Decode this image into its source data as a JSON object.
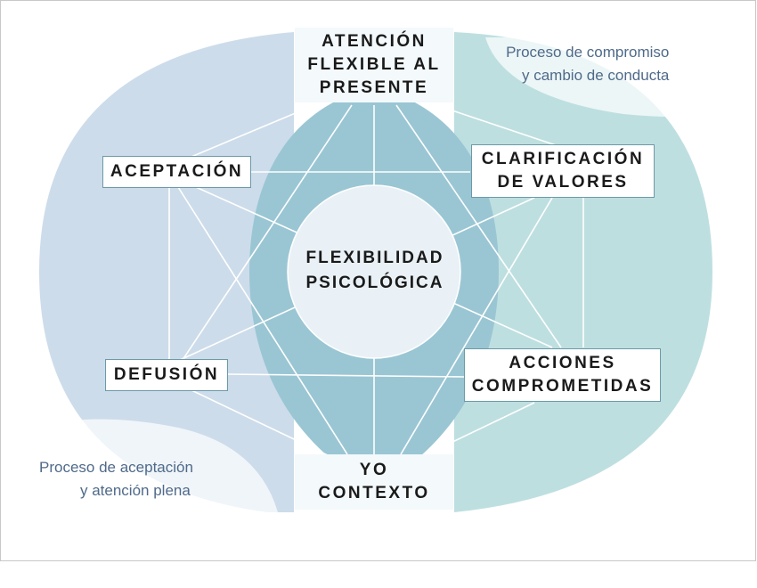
{
  "center": {
    "lines": [
      "FLEXIBILIDAD",
      "PSICOLÓGICA"
    ]
  },
  "nodes": {
    "atencion": {
      "lines": [
        "ATENCIÓN",
        "FLEXIBLE AL",
        "PRESENTE"
      ]
    },
    "aceptacion": {
      "lines": [
        "ACEPTACIÓN"
      ]
    },
    "clarificacion": {
      "lines": [
        "CLARIFICACIÓN",
        "DE VALORES"
      ]
    },
    "defusion": {
      "lines": [
        "DEFUSIÓN"
      ]
    },
    "acciones": {
      "lines": [
        "ACCIONES",
        "COMPROMETIDAS"
      ]
    },
    "yo": {
      "lines": [
        "YO",
        "CONTEXTO"
      ]
    }
  },
  "captions": {
    "compromiso": {
      "lines": [
        "Proceso de compromiso",
        "y cambio de conducta"
      ]
    },
    "aceptacion": {
      "lines": [
        "Proceso de aceptación",
        "y atención plena"
      ]
    }
  },
  "colors": {
    "left_zone": "#cddcea",
    "right_zone": "#bedfe0",
    "middle_zone": "#9ac6d4",
    "center_circle": "#e9f1f6",
    "lines": "#ffffff"
  }
}
